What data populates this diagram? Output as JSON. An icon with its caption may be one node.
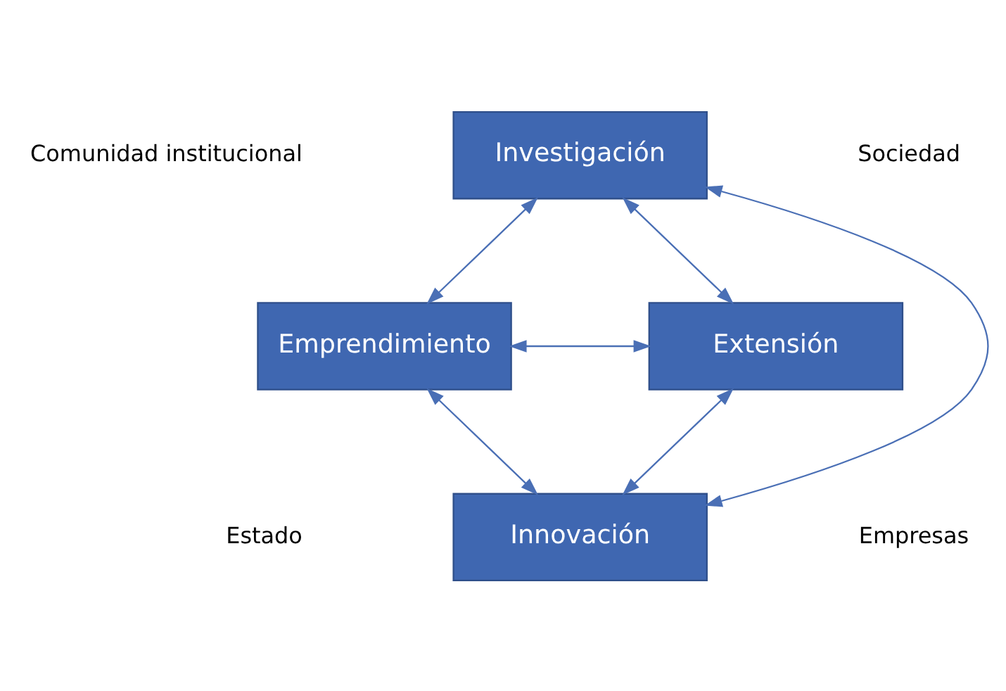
{
  "diagram": {
    "nodes": [
      {
        "text": [
          "Investigación"
        ]
      },
      {
        "text": [
          "Emprendimiento"
        ]
      },
      {
        "text": [
          "Extensión"
        ]
      },
      {
        "text": [
          "Innovación"
        ]
      }
    ],
    "edges": [
      {
        "from": 0,
        "to": 1,
        "arrow": "both"
      },
      {
        "from": 0,
        "to": 2,
        "arrow": "both"
      },
      {
        "from": 1,
        "to": 2,
        "arrow": "both"
      },
      {
        "from": 0,
        "to": 3,
        "arrow": "both"
      },
      {
        "from": 1,
        "to": 3,
        "arrow": "both"
      },
      {
        "from": 2,
        "to": 3,
        "arrow": "both"
      }
    ],
    "labels": [
      "Comunidad institucional",
      "Sociedad",
      "Estado",
      "Empresas"
    ]
  }
}
